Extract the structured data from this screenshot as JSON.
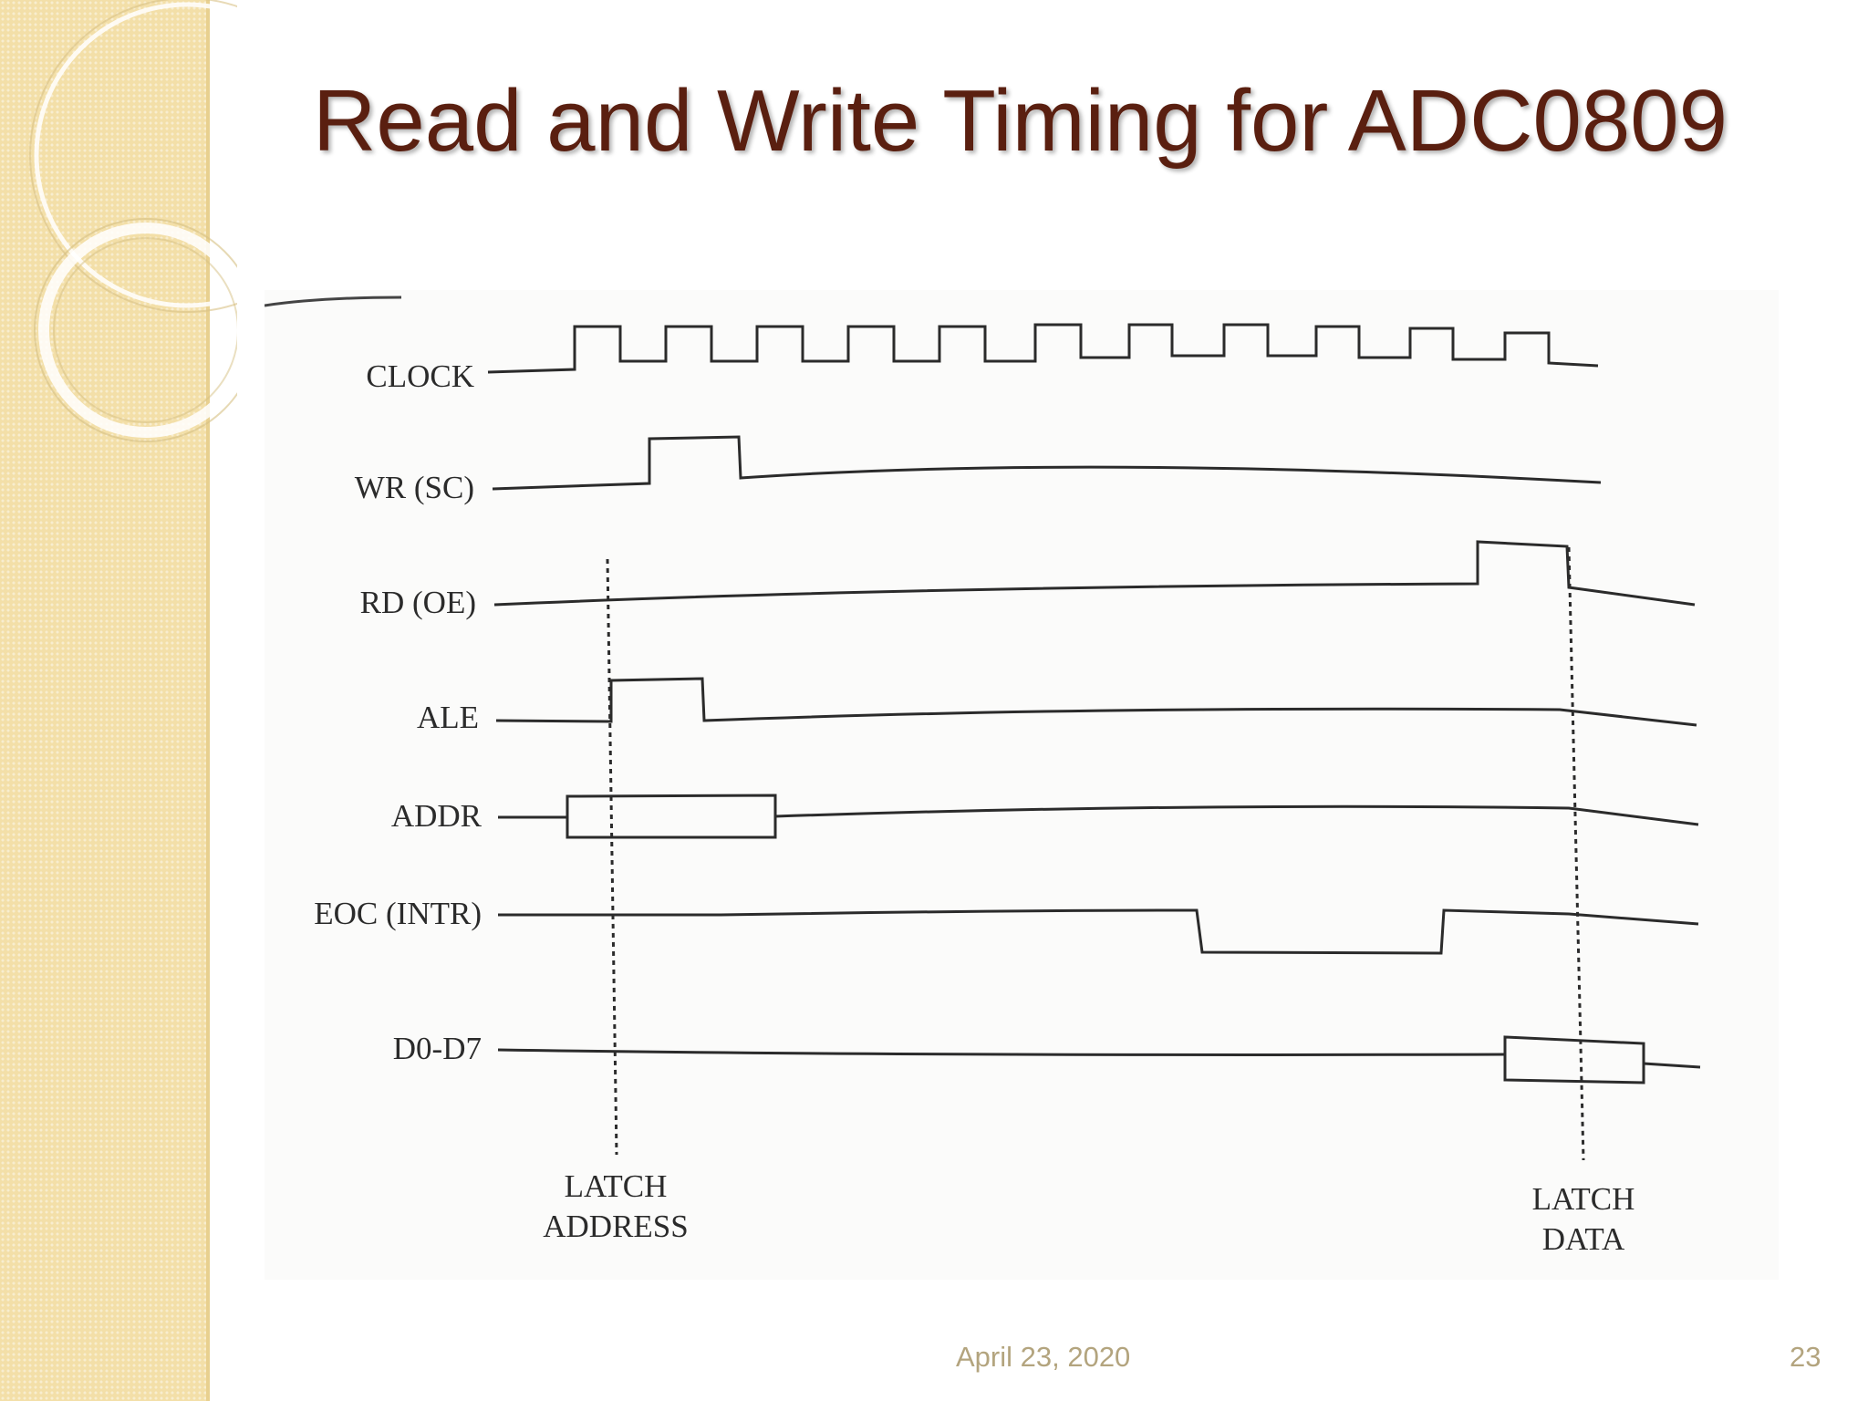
{
  "slide": {
    "title": "Read and Write Timing for ADC0809",
    "date": "April 23, 2020",
    "page_number": "23"
  },
  "timing_diagram": {
    "signals": [
      "CLOCK",
      "WR (SC)",
      "RD (OE)",
      "ALE",
      "ADDR",
      "EOC (INTR)",
      "D0-D7"
    ],
    "markers": [
      {
        "lines": [
          "LATCH",
          "ADDRESS"
        ]
      },
      {
        "lines": [
          "LATCH",
          "DATA"
        ]
      }
    ]
  },
  "colors": {
    "title": "#5a1f10",
    "sidebar": "#f3dfa8",
    "footer_text": "#b3a47e",
    "waveform": "#2b2b2b"
  }
}
